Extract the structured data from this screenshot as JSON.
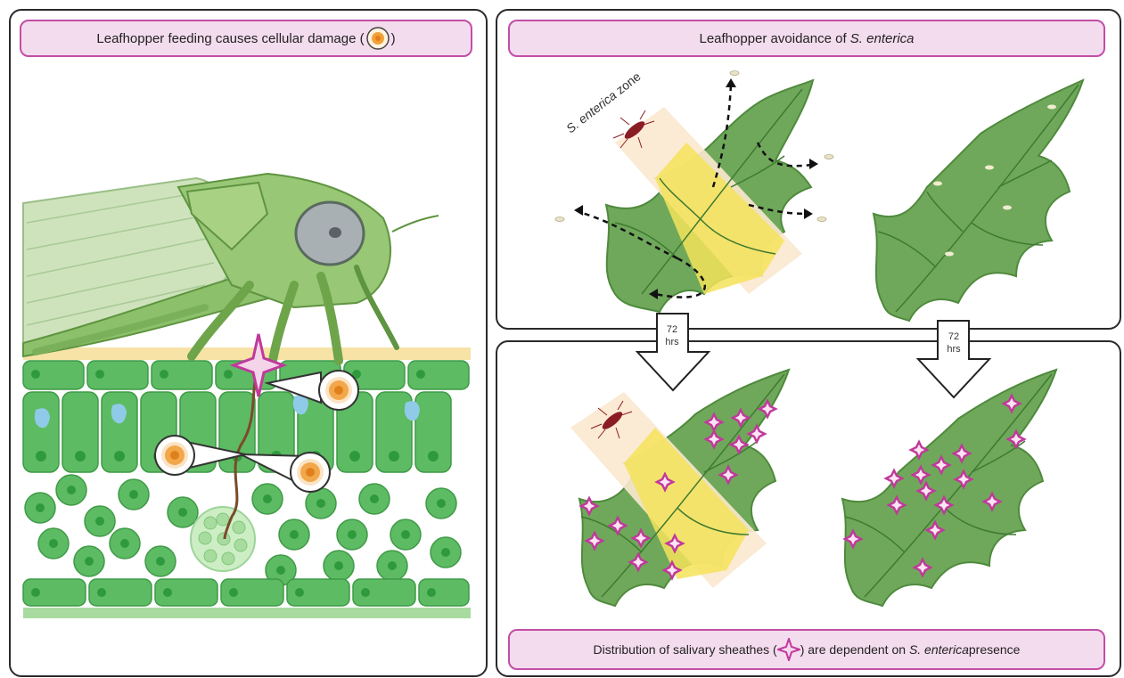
{
  "left_panel": {
    "title_prefix": "Leafhopper feeding causes cellular damage (",
    "title_suffix": ")"
  },
  "top_right_panel": {
    "title_prefix": "Leafhopper avoidance of ",
    "title_italic": "S. enterica",
    "zone_label_italic": "S. enterica",
    "zone_label_suffix": " zone"
  },
  "arrows": [
    {
      "num": "72",
      "unit": "hrs"
    },
    {
      "num": "72",
      "unit": "hrs"
    }
  ],
  "bottom_right_panel": {
    "caption_prefix": "Distribution of salivary sheathes (",
    "caption_middle": ") are dependent on ",
    "caption_italic": "S. enterica",
    "caption_suffix": " presence"
  },
  "colors": {
    "banner_fill": "#f4dcef",
    "banner_border": "#c24ea6",
    "leaf_green": "#6fa85a",
    "zone_yellow": "#f4e35a",
    "zone_peach": "#fbe8cf",
    "cell_green": "#5dbb63",
    "sheath_magenta": "#c0399b"
  }
}
